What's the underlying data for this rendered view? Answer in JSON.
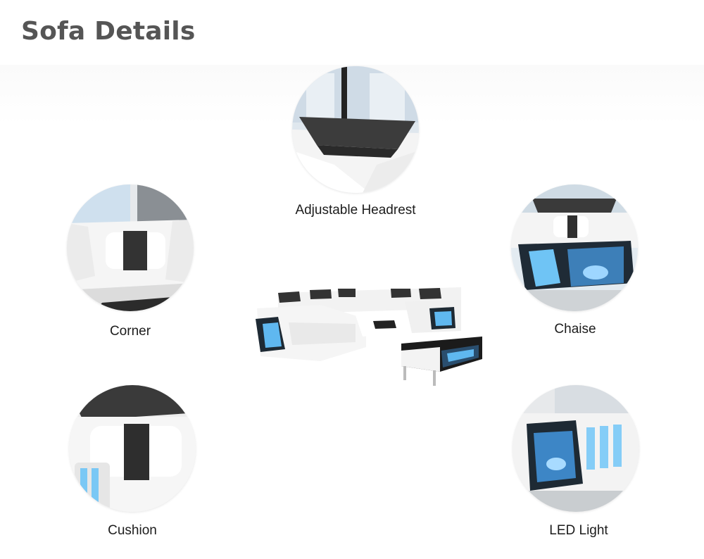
{
  "page": {
    "title": "Sofa Details"
  },
  "details": [
    {
      "key": "headrest",
      "label": "Adjustable Headrest",
      "icon": "headrest-photo"
    },
    {
      "key": "corner",
      "label": "Corner",
      "icon": "corner-photo"
    },
    {
      "key": "chaise",
      "label": "Chaise",
      "icon": "chaise-photo"
    },
    {
      "key": "cushion",
      "label": "Cushion",
      "icon": "cushion-photo"
    },
    {
      "key": "led",
      "label": "LED Light",
      "icon": "led-light-photo"
    }
  ],
  "colors": {
    "title": "#555555",
    "leather_white": "#f2f2f2",
    "leather_dark": "#3a3a3a",
    "led_blue": "#5fb8f0"
  }
}
